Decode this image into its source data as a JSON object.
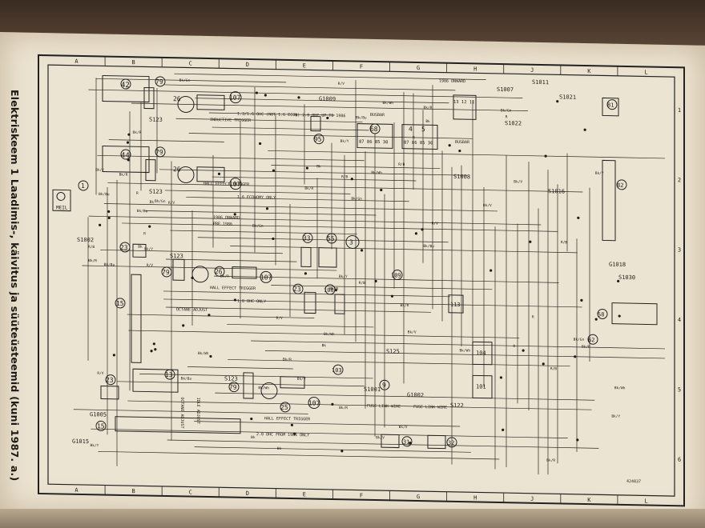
{
  "page": {
    "title": "Elektriskeem 1  Laadimis-, käivitus ja süüteüsteemid (kuni 1987. a.)",
    "corner_code": "424837"
  },
  "grid": {
    "columns": [
      "A",
      "B",
      "C",
      "D",
      "E",
      "F",
      "G",
      "H",
      "J",
      "K",
      "L"
    ],
    "rows": [
      "1",
      "2",
      "3",
      "4",
      "5",
      "6"
    ]
  },
  "components": [
    {
      "id": "c42",
      "label": "42"
    },
    {
      "id": "c79a",
      "label": "79"
    },
    {
      "id": "c26a",
      "label": "26"
    },
    {
      "id": "c107a",
      "label": "107"
    },
    {
      "id": "c44",
      "label": "44"
    },
    {
      "id": "c79b",
      "label": "79"
    },
    {
      "id": "c26b",
      "label": "26"
    },
    {
      "id": "c107b",
      "label": "107"
    },
    {
      "id": "c1",
      "label": "1"
    },
    {
      "id": "c23a",
      "label": "23"
    },
    {
      "id": "c79c",
      "label": "79"
    },
    {
      "id": "c26c",
      "label": "26"
    },
    {
      "id": "c107c",
      "label": "107"
    },
    {
      "id": "c15a",
      "label": "15"
    },
    {
      "id": "c23b",
      "label": "23"
    },
    {
      "id": "c13",
      "label": "13"
    },
    {
      "id": "c79d",
      "label": "79"
    },
    {
      "id": "c25",
      "label": "25"
    },
    {
      "id": "c107d",
      "label": "107"
    },
    {
      "id": "c15b",
      "label": "15"
    },
    {
      "id": "c95",
      "label": "95"
    },
    {
      "id": "c68",
      "label": "68"
    },
    {
      "id": "c4",
      "label": "4"
    },
    {
      "id": "c5",
      "label": "5"
    },
    {
      "id": "c33",
      "label": "33"
    },
    {
      "id": "c55",
      "label": "55"
    },
    {
      "id": "c3",
      "label": "3"
    },
    {
      "id": "c109",
      "label": "109"
    },
    {
      "id": "c23c",
      "label": "23"
    },
    {
      "id": "c108",
      "label": "108"
    },
    {
      "id": "c113",
      "label": "113"
    },
    {
      "id": "c104",
      "label": "104"
    },
    {
      "id": "c101",
      "label": "101"
    },
    {
      "id": "c103",
      "label": "103"
    },
    {
      "id": "c9",
      "label": "9"
    },
    {
      "id": "c31",
      "label": "31"
    },
    {
      "id": "c32",
      "label": "32"
    },
    {
      "id": "c81",
      "label": "81"
    },
    {
      "id": "c82",
      "label": "82"
    },
    {
      "id": "c58",
      "label": "58"
    },
    {
      "id": "c62",
      "label": "62"
    }
  ],
  "splices": {
    "s1011": "S1011",
    "s1007": "S1007",
    "s1021": "S1021",
    "s1022": "S1022",
    "s1009": "G1009",
    "s1008": "S1008",
    "s1016": "S1016",
    "s1018": "G1018",
    "s1030": "S1030",
    "s1002": "S1002",
    "s123a": "S123",
    "s123b": "S123",
    "s123c": "S123",
    "s123d": "S123",
    "s125": "S125",
    "s1001": "S1001",
    "g1002": "G1002",
    "s122": "S122",
    "g1005": "G1005",
    "g1015": "G1015"
  },
  "labels": {
    "ignition_text": "1.3/1.6 OHC (NOT 1.6 ECON) 2.0 OHC UP TO 1986",
    "inductive_trigger": "INDUCTIVE TRIGGER",
    "hall_trigger_1": "HALL EFFECT TRIGGER",
    "economy_only": "1.6 ECONOMY ONLY",
    "year_1986_onward": "1986 ONWARD",
    "pre_1986": "PRE 1986",
    "hall_trigger_2": "HALL EFFECT TRIGGER",
    "ohc_only": "1.8 OHC ONLY",
    "octane_adjust": "OCTANE ADJUST",
    "octane_adjust_2": "OCTANE ADJUST",
    "idle_adjust": "IDLE ADJUST",
    "hall_trigger_3": "HALL EFFECT TRIGGER",
    "from_1986_only": "2.0 OHC FROM 1986 ONLY",
    "fuse_link_wire_1": "FUSE LINK WIRE",
    "fuse_link_wire_2": "FUSE LINK WIRE",
    "busbar_1": "BUSBAR",
    "busbar_2": "BUSBAR",
    "onward_top": "1986 ONWARD",
    "relay_pins_a": "87 86 85 30",
    "relay_pins_b": "87 86 85 30",
    "meil": "MEIL",
    "fuse_nums": "13 12 11"
  },
  "wire_codes": [
    "Bk",
    "R",
    "Bk/Wh",
    "Bk/Y",
    "Bk/Gn",
    "Bk/R",
    "R/B",
    "Bk/V",
    "Bk/Bu",
    "Bk/R",
    "R/V"
  ],
  "colors": {
    "ink": "#1f1d18",
    "paper": "#ece4d2"
  }
}
